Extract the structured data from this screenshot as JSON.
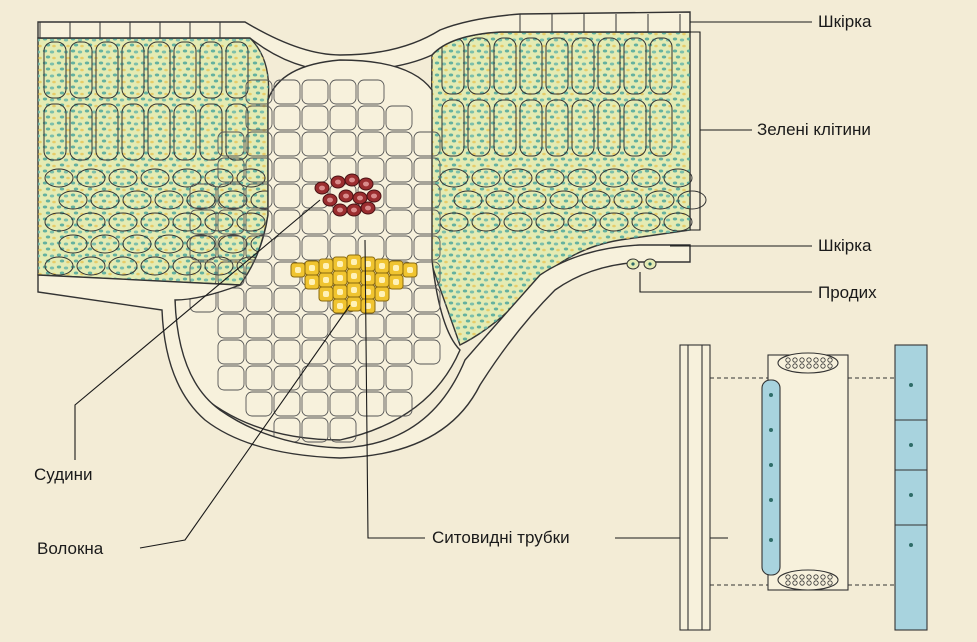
{
  "labels": {
    "epidermis_top": "Шкірка",
    "green_cells": "Зелені клітини",
    "epidermis_bottom": "Шкірка",
    "stoma": "Продих",
    "vessels": "Судини",
    "fibers": "Волокна",
    "sieve_tubes": "Ситовидні трубки"
  },
  "colors": {
    "background": "#f3ecd6",
    "green_cell_fill": "#e4ebb3",
    "chloroplast": "#4ea79b",
    "vessel_fill": "#9b2d2f",
    "fiber_fill": "#f0c430",
    "fiber_lumen": "#fff2b8",
    "companion_cell_fill": "#a8d3de",
    "cell_outline": "#333333"
  }
}
